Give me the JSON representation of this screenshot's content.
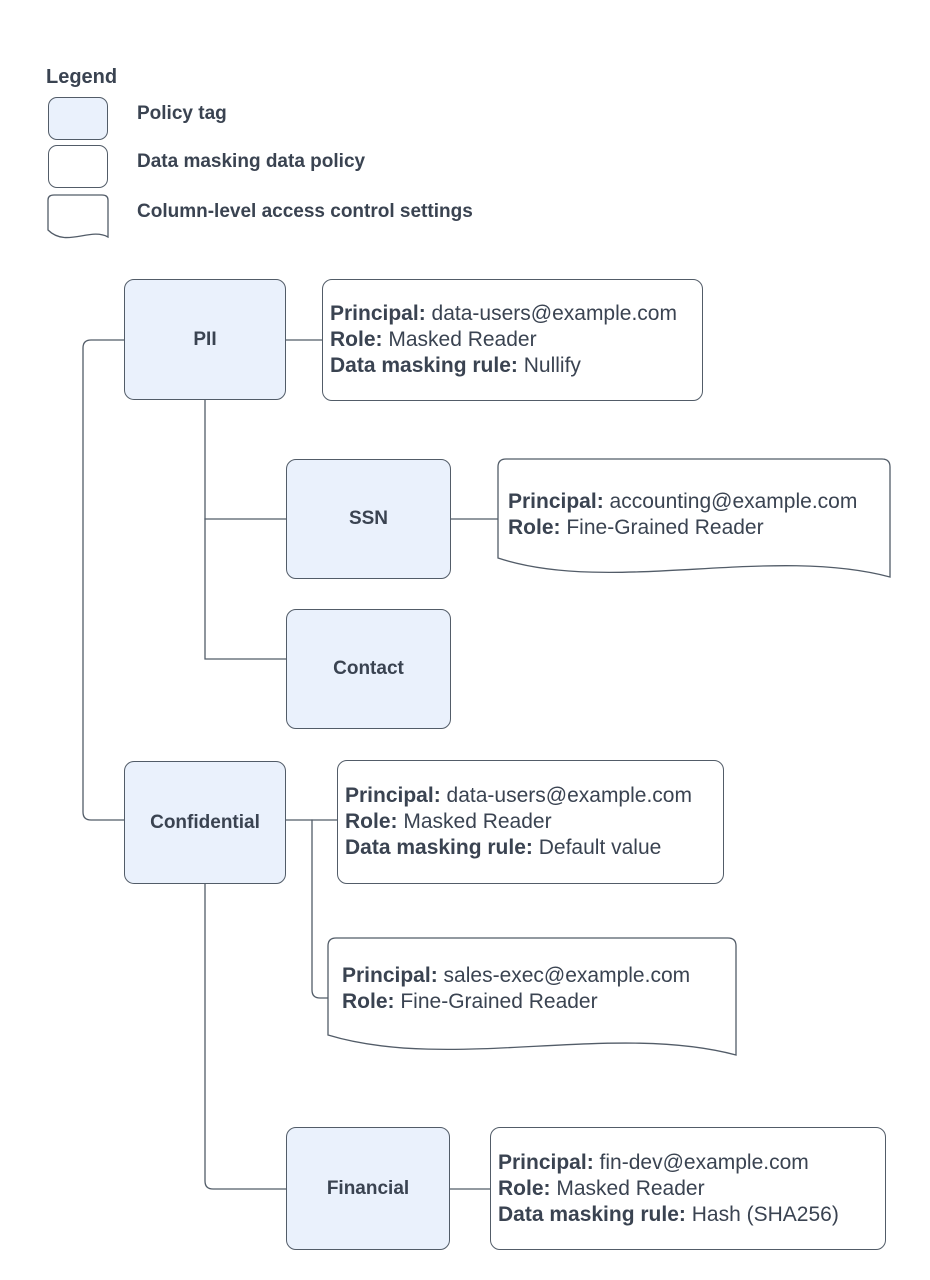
{
  "legend": {
    "title": "Legend",
    "items": [
      {
        "icon": "policy-tag-swatch",
        "label": "Policy tag"
      },
      {
        "icon": "data-policy-swatch",
        "label": "Data masking data policy"
      },
      {
        "icon": "document-swatch",
        "label": "Column-level access control settings"
      }
    ]
  },
  "nodes": [
    {
      "id": "pii",
      "label": "PII"
    },
    {
      "id": "ssn",
      "label": "SSN"
    },
    {
      "id": "contact",
      "label": "Contact"
    },
    {
      "id": "confidential",
      "label": "Confidential"
    },
    {
      "id": "financial",
      "label": "Financial"
    }
  ],
  "policies": [
    {
      "id": "pii-masking-policy",
      "kind": "data-masking-policy",
      "lines": [
        {
          "label": "Principal:",
          "value": "data-users@example.com"
        },
        {
          "label": "Role:",
          "value": "Masked Reader"
        },
        {
          "label": "Data masking rule:",
          "value": "Nullify"
        }
      ]
    },
    {
      "id": "ssn-acl-settings",
      "kind": "column-level-acl",
      "lines": [
        {
          "label": "Principal:",
          "value": "accounting@example.com"
        },
        {
          "label": "Role:",
          "value": "Fine-Grained Reader"
        }
      ]
    },
    {
      "id": "confidential-masking-policy",
      "kind": "data-masking-policy",
      "lines": [
        {
          "label": "Principal:",
          "value": "data-users@example.com"
        },
        {
          "label": "Role:",
          "value": "Masked Reader"
        },
        {
          "label": "Data masking rule:",
          "value": "Default value"
        }
      ]
    },
    {
      "id": "confidential-acl-settings",
      "kind": "column-level-acl",
      "lines": [
        {
          "label": "Principal:",
          "value": "sales-exec@example.com"
        },
        {
          "label": "Role:",
          "value": "Fine-Grained Reader"
        }
      ]
    },
    {
      "id": "financial-masking-policy",
      "kind": "data-masking-policy",
      "lines": [
        {
          "label": "Principal:",
          "value": "fin-dev@example.com"
        },
        {
          "label": "Role:",
          "value": "Masked Reader"
        },
        {
          "label": "Data masking rule:",
          "value": "Hash (SHA256)"
        }
      ]
    }
  ],
  "colors": {
    "node_fill": "#eaf1fc",
    "box_fill": "#ffffff",
    "stroke": "#525c68",
    "text": "#3a4351",
    "background": "#ffffff"
  }
}
